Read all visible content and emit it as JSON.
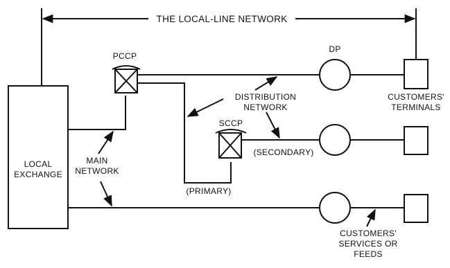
{
  "title": "THE LOCAL-LINE NETWORK",
  "nodes": {
    "exchange_line1": "LOCAL",
    "exchange_line2": "EXCHANGE",
    "pccp": "PCCP",
    "sccp": "SCCP",
    "dp": "DP"
  },
  "labels": {
    "main_network_line1": "MAIN",
    "main_network_line2": "NETWORK",
    "distribution_line1": "DISTRIBUTION",
    "distribution_line2": "NETWORK",
    "secondary": "(SECONDARY)",
    "primary": "(PRIMARY)",
    "terminals_line1": "CUSTOMERS'",
    "terminals_line2": "TERMINALS",
    "services_line1": "CUSTOMERS'",
    "services_line2": "SERVICES OR",
    "services_line3": "FEEDS"
  }
}
